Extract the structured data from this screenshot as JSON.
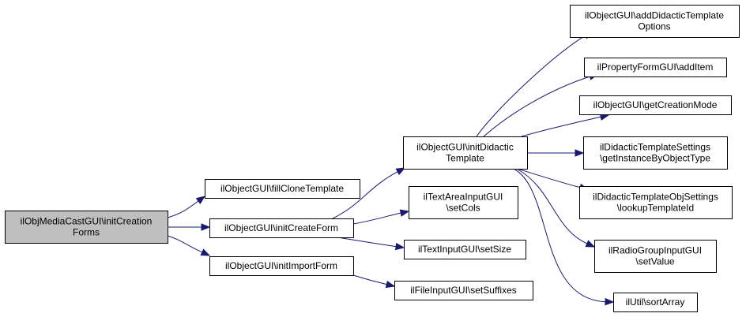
{
  "graph": {
    "nodes": [
      {
        "id": "root",
        "lines": [
          "ilObjMediaCastGUI\\initCreation",
          "Forms"
        ]
      },
      {
        "id": "fillclone",
        "lines": [
          "ilObjectGUI\\fillCloneTemplate"
        ]
      },
      {
        "id": "initcreate",
        "lines": [
          "ilObjectGUI\\initCreateForm"
        ]
      },
      {
        "id": "initimport",
        "lines": [
          "ilObjectGUI\\initImportForm"
        ]
      },
      {
        "id": "initdidactic",
        "lines": [
          "ilObjectGUI\\initDidactic",
          "Template"
        ]
      },
      {
        "id": "setcols",
        "lines": [
          "ilTextAreaInputGUI",
          "\\setCols"
        ]
      },
      {
        "id": "setsize",
        "lines": [
          "ilTextInputGUI\\setSize"
        ]
      },
      {
        "id": "setsuffixes",
        "lines": [
          "ilFileInputGUI\\setSuffixes"
        ]
      },
      {
        "id": "adddidactic",
        "lines": [
          "ilObjectGUI\\addDidacticTemplate",
          "Options"
        ]
      },
      {
        "id": "additem",
        "lines": [
          "ilPropertyFormGUI\\addItem"
        ]
      },
      {
        "id": "getcreation",
        "lines": [
          "ilObjectGUI\\getCreationMode"
        ]
      },
      {
        "id": "getinstance",
        "lines": [
          "ilDidacticTemplateSettings",
          "\\getInstanceByObjectType"
        ]
      },
      {
        "id": "lookup",
        "lines": [
          "ilDidacticTemplateObjSettings",
          "\\lookupTemplateId"
        ]
      },
      {
        "id": "setvalue",
        "lines": [
          "ilRadioGroupInputGUI",
          "\\setValue"
        ]
      },
      {
        "id": "sortarray",
        "lines": [
          "ilUtil\\sortArray"
        ]
      }
    ],
    "edges": [
      {
        "from": "root",
        "to": "fillclone"
      },
      {
        "from": "root",
        "to": "initcreate"
      },
      {
        "from": "root",
        "to": "initimport"
      },
      {
        "from": "initcreate",
        "to": "initdidactic"
      },
      {
        "from": "initcreate",
        "to": "setcols"
      },
      {
        "from": "initcreate",
        "to": "setsize"
      },
      {
        "from": "initimport",
        "to": "setsuffixes"
      },
      {
        "from": "initdidactic",
        "to": "adddidactic"
      },
      {
        "from": "initdidactic",
        "to": "additem"
      },
      {
        "from": "initdidactic",
        "to": "getcreation"
      },
      {
        "from": "initdidactic",
        "to": "getinstance"
      },
      {
        "from": "initdidactic",
        "to": "lookup"
      },
      {
        "from": "initdidactic",
        "to": "setvalue"
      },
      {
        "from": "initdidactic",
        "to": "sortarray"
      }
    ],
    "colors": {
      "edge": "#191970",
      "root_fill": "#bfbfbf",
      "node_fill": "#ffffff",
      "node_border": "#000000"
    }
  }
}
